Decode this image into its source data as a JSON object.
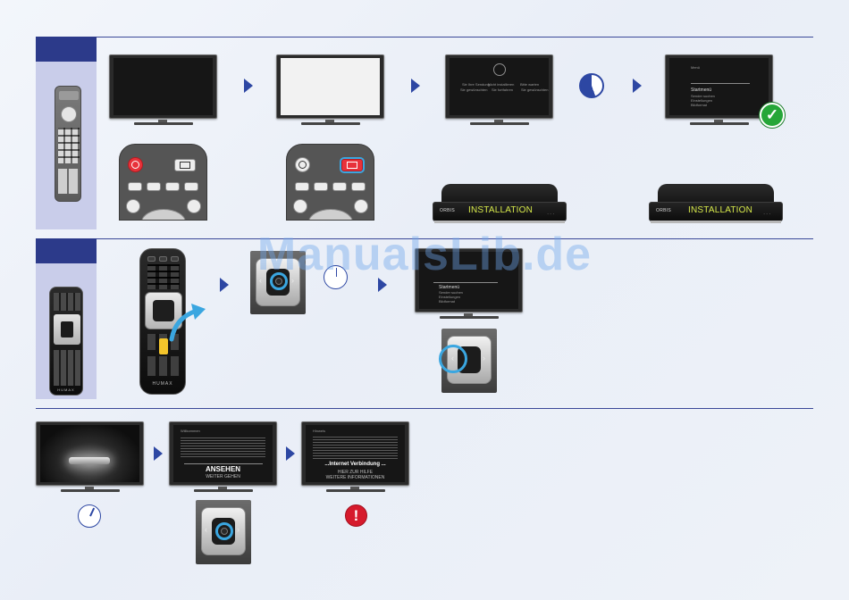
{
  "watermark": "ManualsLib.de",
  "section1": {
    "tv3_screen": {
      "col1": [
        "Sie Ihre Sendung",
        "Sie gewünschten"
      ],
      "col2": [
        "Nicht installieren",
        "Sie fortfahren"
      ],
      "col3": [
        "Bitte warten",
        "Sie gewünschten"
      ]
    },
    "tv4_screen": {
      "menu_title": "Menü",
      "items": [
        "Startmenü",
        "Sender suchen",
        "Einstellungen",
        "Bildformat"
      ]
    },
    "stb_label": "ORBIS",
    "stb_display": "INSTALLATION",
    "stb_dots": "· · ·"
  },
  "section2": {
    "remote_brand": "HUMAX",
    "tv_screen": {
      "items": [
        "Startmenü",
        "Sender suchen",
        "Einstellungen",
        "Bildformat"
      ]
    }
  },
  "section3": {
    "tv2_screen": {
      "header": "Willkommen",
      "main": "ANSEHEN",
      "sub": "WEITER GEHEN"
    },
    "tv3_screen": {
      "header": "Hinweis",
      "main": "...Internet Verbindung ...",
      "sub1": "HIER ZUR HILFE",
      "sub2": "WEITERE INFORMATIONEN"
    },
    "alert_symbol": "!"
  },
  "colors": {
    "accent": "#2d47a3",
    "band": "#c9cdea",
    "highlight": "#3aa6e0",
    "success": "#25a638",
    "error": "#d61a2c",
    "display": "#d6e84a"
  }
}
